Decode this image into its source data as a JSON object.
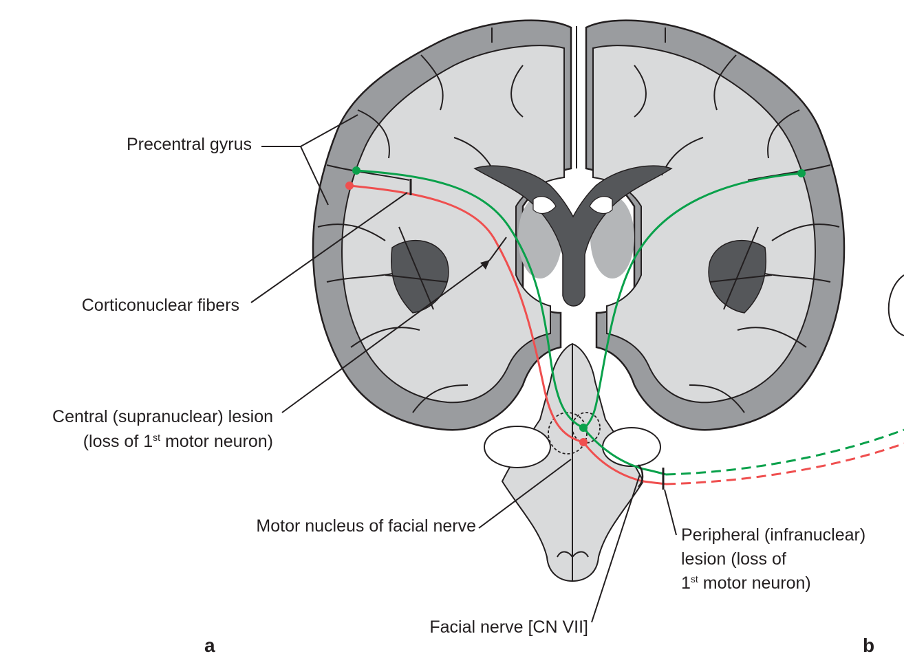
{
  "labels": {
    "precentral_gyrus": "Precentral gyrus",
    "corticonuclear_fibers": "Corticonuclear fibers",
    "central_lesion_line1": "Central (supranuclear) lesion",
    "central_lesion_line2_pre": "(loss of 1",
    "central_lesion_line2_sup": "st",
    "central_lesion_line2_post": " motor neuron)",
    "motor_nucleus": "Motor nucleus of facial nerve",
    "peripheral_line1": "Peripheral (infranuclear)",
    "peripheral_line2": "lesion (loss of",
    "peripheral_line3_pre": "1",
    "peripheral_line3_sup": "st",
    "peripheral_line3_post": " motor neuron)",
    "facial_nerve": "Facial nerve [CN VII]",
    "panel_a": "a",
    "panel_b": "b"
  },
  "colors": {
    "cortex": "#9a9c9f",
    "white_matter": "#d9dadb",
    "ventricle": "#55575a",
    "pathway_green": "#0aa14b",
    "pathway_red": "#ef4f4f",
    "ink": "#231f20"
  }
}
